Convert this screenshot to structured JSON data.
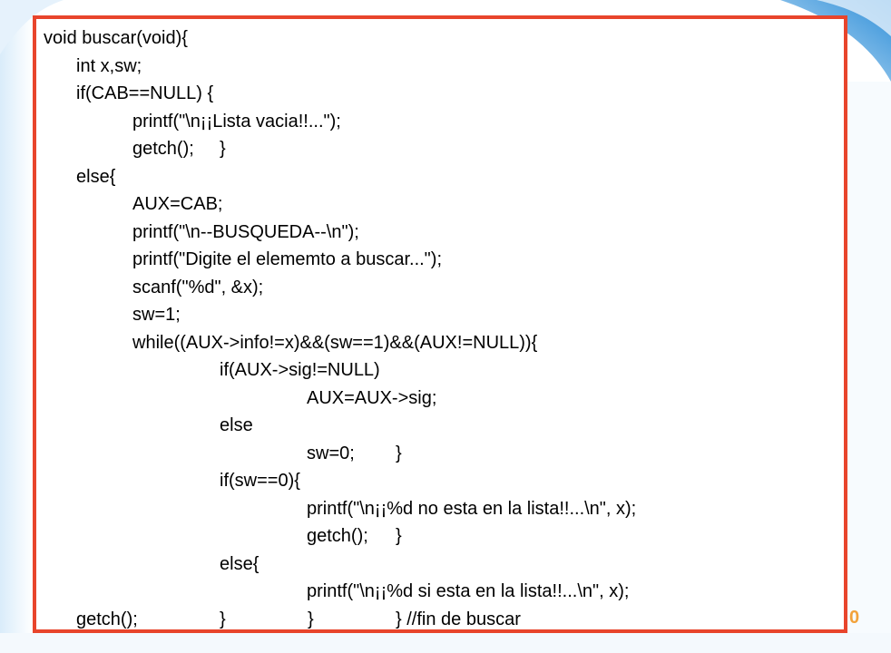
{
  "slide": {
    "page_number": "0"
  },
  "code": {
    "lines": [
      {
        "indent": 0,
        "segments": [
          "void buscar(void){"
        ]
      },
      {
        "indent": 1,
        "segments": [
          "int x,sw;"
        ]
      },
      {
        "indent": 1,
        "segments": [
          "if(CAB==NULL) {"
        ]
      },
      {
        "indent": 2,
        "segments": [
          "printf(\"\\n¡¡Lista vacia!!...\");"
        ]
      },
      {
        "indent": 2,
        "segments": [
          "getch();",
          "}"
        ]
      },
      {
        "indent": 1,
        "segments": [
          "else{"
        ]
      },
      {
        "indent": 2,
        "segments": [
          "AUX=CAB;"
        ]
      },
      {
        "indent": 2,
        "segments": [
          "printf(\"\\n--BUSQUEDA--\\n\");"
        ]
      },
      {
        "indent": 2,
        "segments": [
          "printf(\"Digite el elememto a buscar...\");"
        ]
      },
      {
        "indent": 2,
        "segments": [
          "scanf(\"%d\", &x);"
        ]
      },
      {
        "indent": 2,
        "segments": [
          "sw=1;"
        ]
      },
      {
        "indent": 2,
        "segments": [
          "while((AUX->info!=x)&&(sw==1)&&(AUX!=NULL)){"
        ]
      },
      {
        "indent": 3,
        "segments": [
          "if(AUX->sig!=NULL)"
        ]
      },
      {
        "indent": 4,
        "segments": [
          "AUX=AUX->sig;"
        ]
      },
      {
        "indent": 3,
        "segments": [
          "else"
        ]
      },
      {
        "indent": 4,
        "segments": [
          "sw=0;",
          "}"
        ]
      },
      {
        "indent": 3,
        "segments": [
          "if(sw==0){"
        ]
      },
      {
        "indent": 4,
        "segments": [
          "printf(\"\\n¡¡%d no esta en la lista!!...\\n\", x);"
        ]
      },
      {
        "indent": 4,
        "segments": [
          "getch();",
          "}"
        ]
      },
      {
        "indent": 3,
        "segments": [
          "else{"
        ]
      },
      {
        "indent": 4,
        "segments": [
          "printf(\"\\n¡¡%d si esta en la lista!!...\\n\", x);"
        ]
      },
      {
        "indent": 1,
        "segments": [
          "getch();",
          "}",
          "}",
          "} //fin de buscar"
        ]
      }
    ]
  },
  "colors": {
    "border": "#e8452c",
    "accent_blue": "#2f8fd8",
    "page_number": "#f2a23a"
  }
}
